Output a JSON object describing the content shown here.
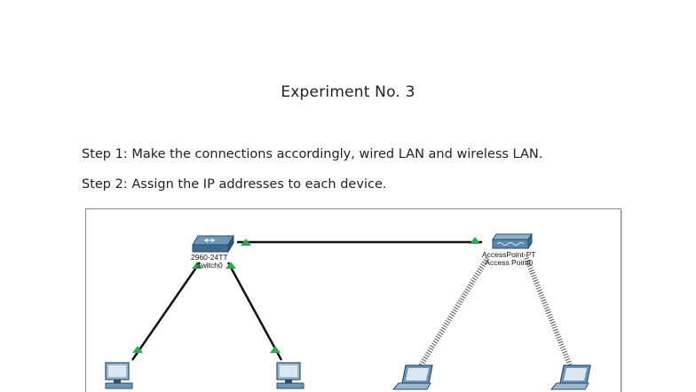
{
  "document": {
    "title": "Experiment No. 3",
    "step1": "Step 1: Make the connections accordingly, wired LAN and wireless LAN.",
    "step2": "Step 2: Assign the IP addresses to each device."
  },
  "topology": {
    "switch": {
      "model": "2960-24TT",
      "name": "Switch0"
    },
    "access_point": {
      "model": "AccessPoint-PT",
      "name": "Access Point0"
    },
    "link_status_color": "#2fa84f",
    "icons": [
      "switch-icon",
      "access-point-icon",
      "pc-icon",
      "pc-icon",
      "laptop-icon",
      "laptop-icon"
    ]
  }
}
